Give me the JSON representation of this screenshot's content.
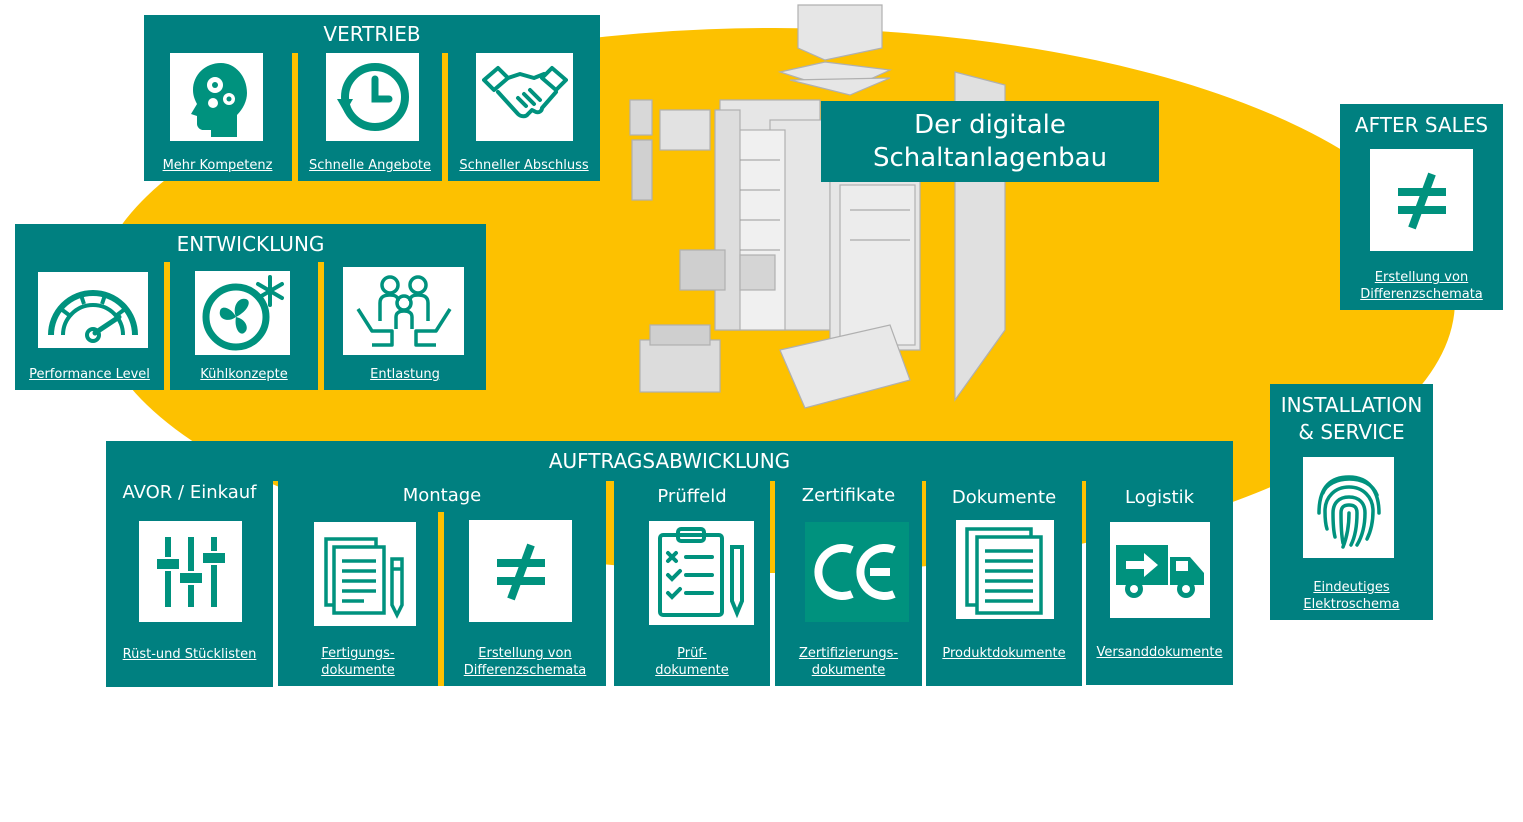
{
  "main_title": {
    "line1": "Der digitale",
    "line2": "Schaltanlagenbau"
  },
  "vertrieb": {
    "title": "VERTRIEB",
    "items": [
      {
        "label": "Mehr Kompetenz",
        "icon": "head-gears-icon"
      },
      {
        "label": "Schnelle Angebote",
        "icon": "clock-icon"
      },
      {
        "label": "Schneller Abschluss",
        "icon": "handshake-icon"
      }
    ]
  },
  "entwicklung": {
    "title": "ENTWICKLUNG",
    "items": [
      {
        "label": "Performance Level",
        "icon": "gauge-icon"
      },
      {
        "label": "Kühlkonzepte",
        "icon": "fan-snowflake-icon"
      },
      {
        "label": "Entlastung",
        "icon": "family-hands-icon"
      }
    ]
  },
  "after_sales": {
    "title": "AFTER SALES",
    "item": {
      "label_line1": "Erstellung von",
      "label_line2": "Differenzschemata",
      "icon": "not-equal-icon"
    }
  },
  "installation": {
    "title_line1": "INSTALLATION",
    "title_line2": "& SERVICE",
    "item": {
      "label_line1": "Eindeutiges",
      "label_line2": "Elektroschema",
      "icon": "fingerprint-icon"
    }
  },
  "auftragsabwicklung": {
    "title": "AUFTRAGSABWICKLUNG",
    "groups": {
      "avor": {
        "title": "AVOR / Einkauf",
        "label": "Rüst-und Stücklisten"
      },
      "montage": {
        "title": "Montage",
        "item1": {
          "line1": "Fertigungs-",
          "line2": "dokumente"
        },
        "item2": {
          "line1": "Erstellung von",
          "line2": "Differenzschemata"
        }
      },
      "prueffeld": {
        "title": "Prüffeld",
        "line1": "Prüf-",
        "line2": "dokumente"
      },
      "zertifikate": {
        "title": "Zertifikate",
        "line1": "Zertifizierungs-",
        "line2": "dokumente",
        "ce": "CE"
      },
      "dokumente": {
        "title": "Dokumente",
        "label": "Produktdokumente"
      },
      "logistik": {
        "title": "Logistik",
        "label": "Versanddokumente"
      }
    }
  },
  "colors": {
    "teal": "#008080",
    "yellow": "#FDC100",
    "icon_teal": "#00927E"
  }
}
